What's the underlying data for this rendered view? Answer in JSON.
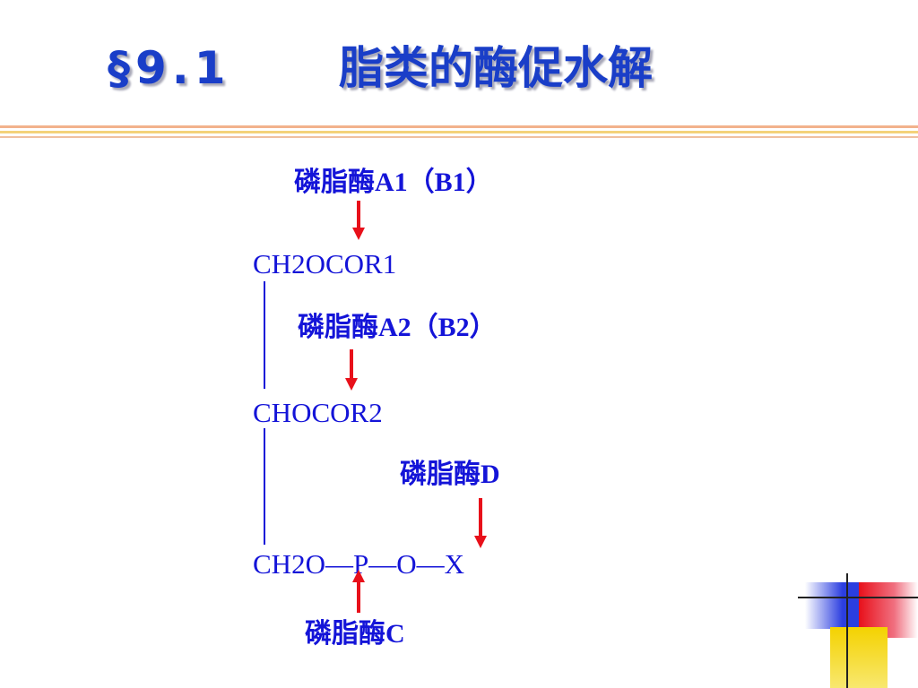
{
  "title": {
    "section": "§9.1",
    "text": "脂类的酶促水解"
  },
  "labels": {
    "enzyme_a1": "磷脂酶A1（B1）",
    "enzyme_a2": "磷脂酶A2（B2）",
    "enzyme_d": "磷脂酶D",
    "enzyme_c": "磷脂酶C"
  },
  "formula": {
    "row1": "CH2OCOR1",
    "row2": "CHOCOR2",
    "row3": "CH2O—P—O—X"
  },
  "colors": {
    "text_blue": "#1414d8",
    "arrow_red": "#e8101a",
    "title_blue": "#1a3ec8"
  }
}
